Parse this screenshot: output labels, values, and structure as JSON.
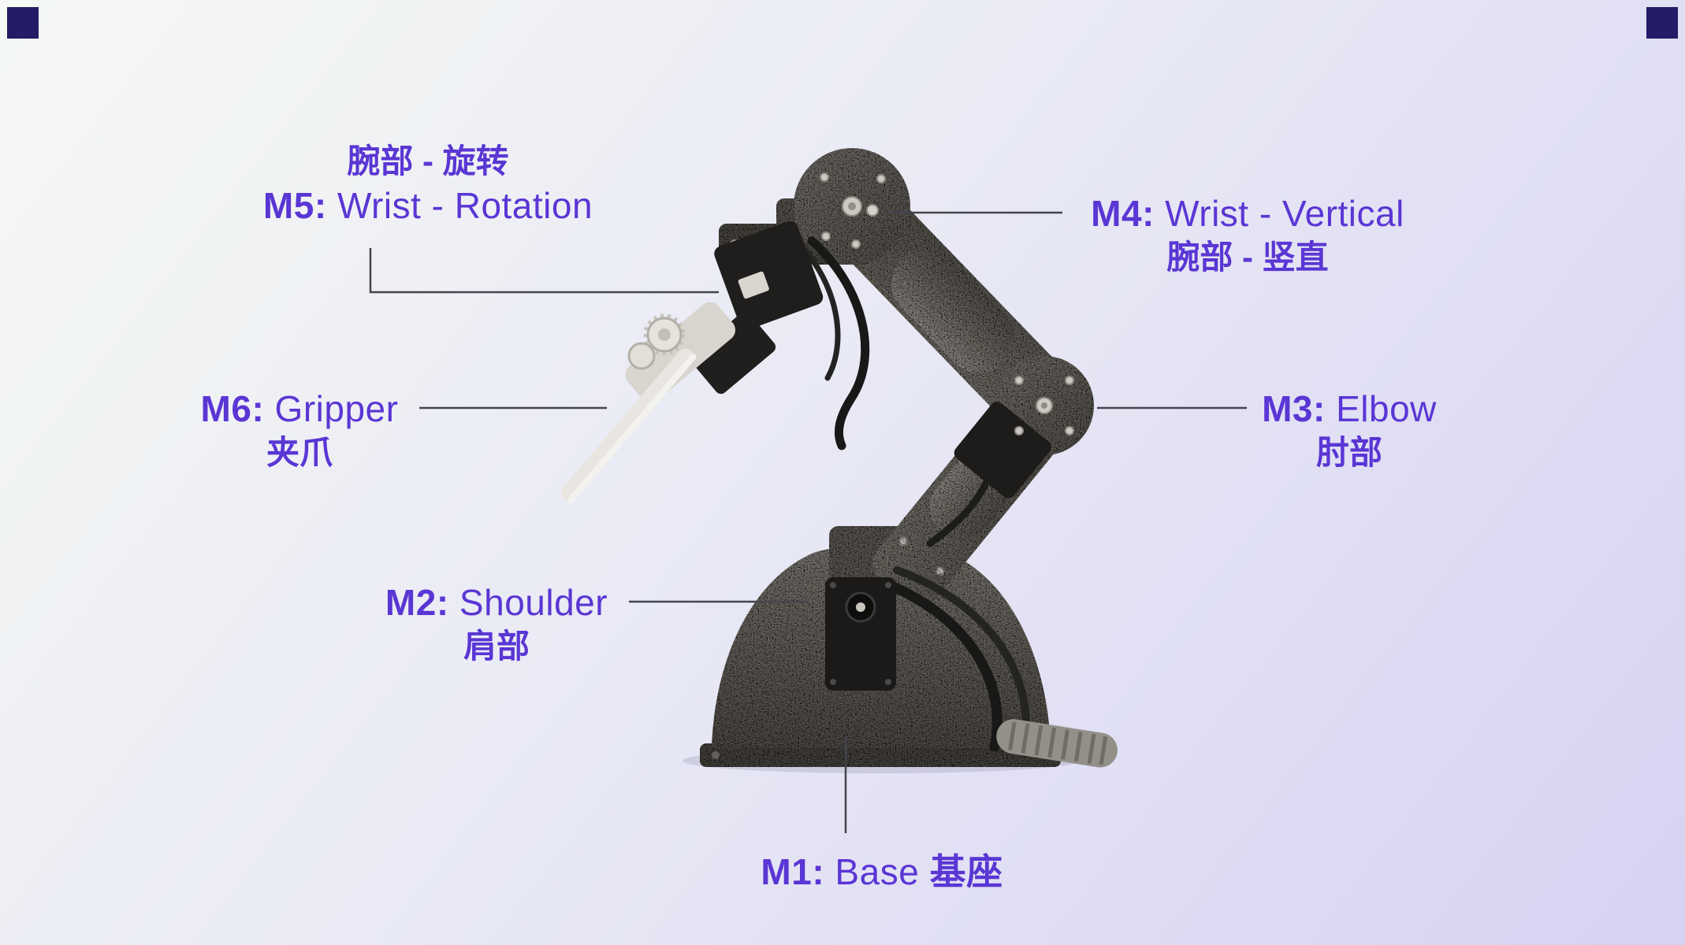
{
  "colors": {
    "accent": "#5a36d4",
    "leader_line": "#45454d",
    "corner_square": "#241c66",
    "bg_gradient_start": "#f5f8f4",
    "bg_gradient_mid": "#e9eaf5",
    "bg_gradient_end": "#d6d2f2"
  },
  "labels": {
    "m5": {
      "prefix": "M5:",
      "en": " Wrist - Rotation",
      "zh": "腕部 - 旋转"
    },
    "m4": {
      "prefix": "M4:",
      "en": " Wrist - Vertical",
      "zh": "腕部 - 竖直"
    },
    "m6": {
      "prefix": "M6:",
      "en": " Gripper",
      "zh": "夹爪"
    },
    "m3": {
      "prefix": "M3:",
      "en": " Elbow",
      "zh": "肘部"
    },
    "m2": {
      "prefix": "M2:",
      "en": " Shoulder",
      "zh": "肩部"
    },
    "m1": {
      "prefix": "M1:",
      "en": " Base ",
      "zh": "基座"
    }
  }
}
